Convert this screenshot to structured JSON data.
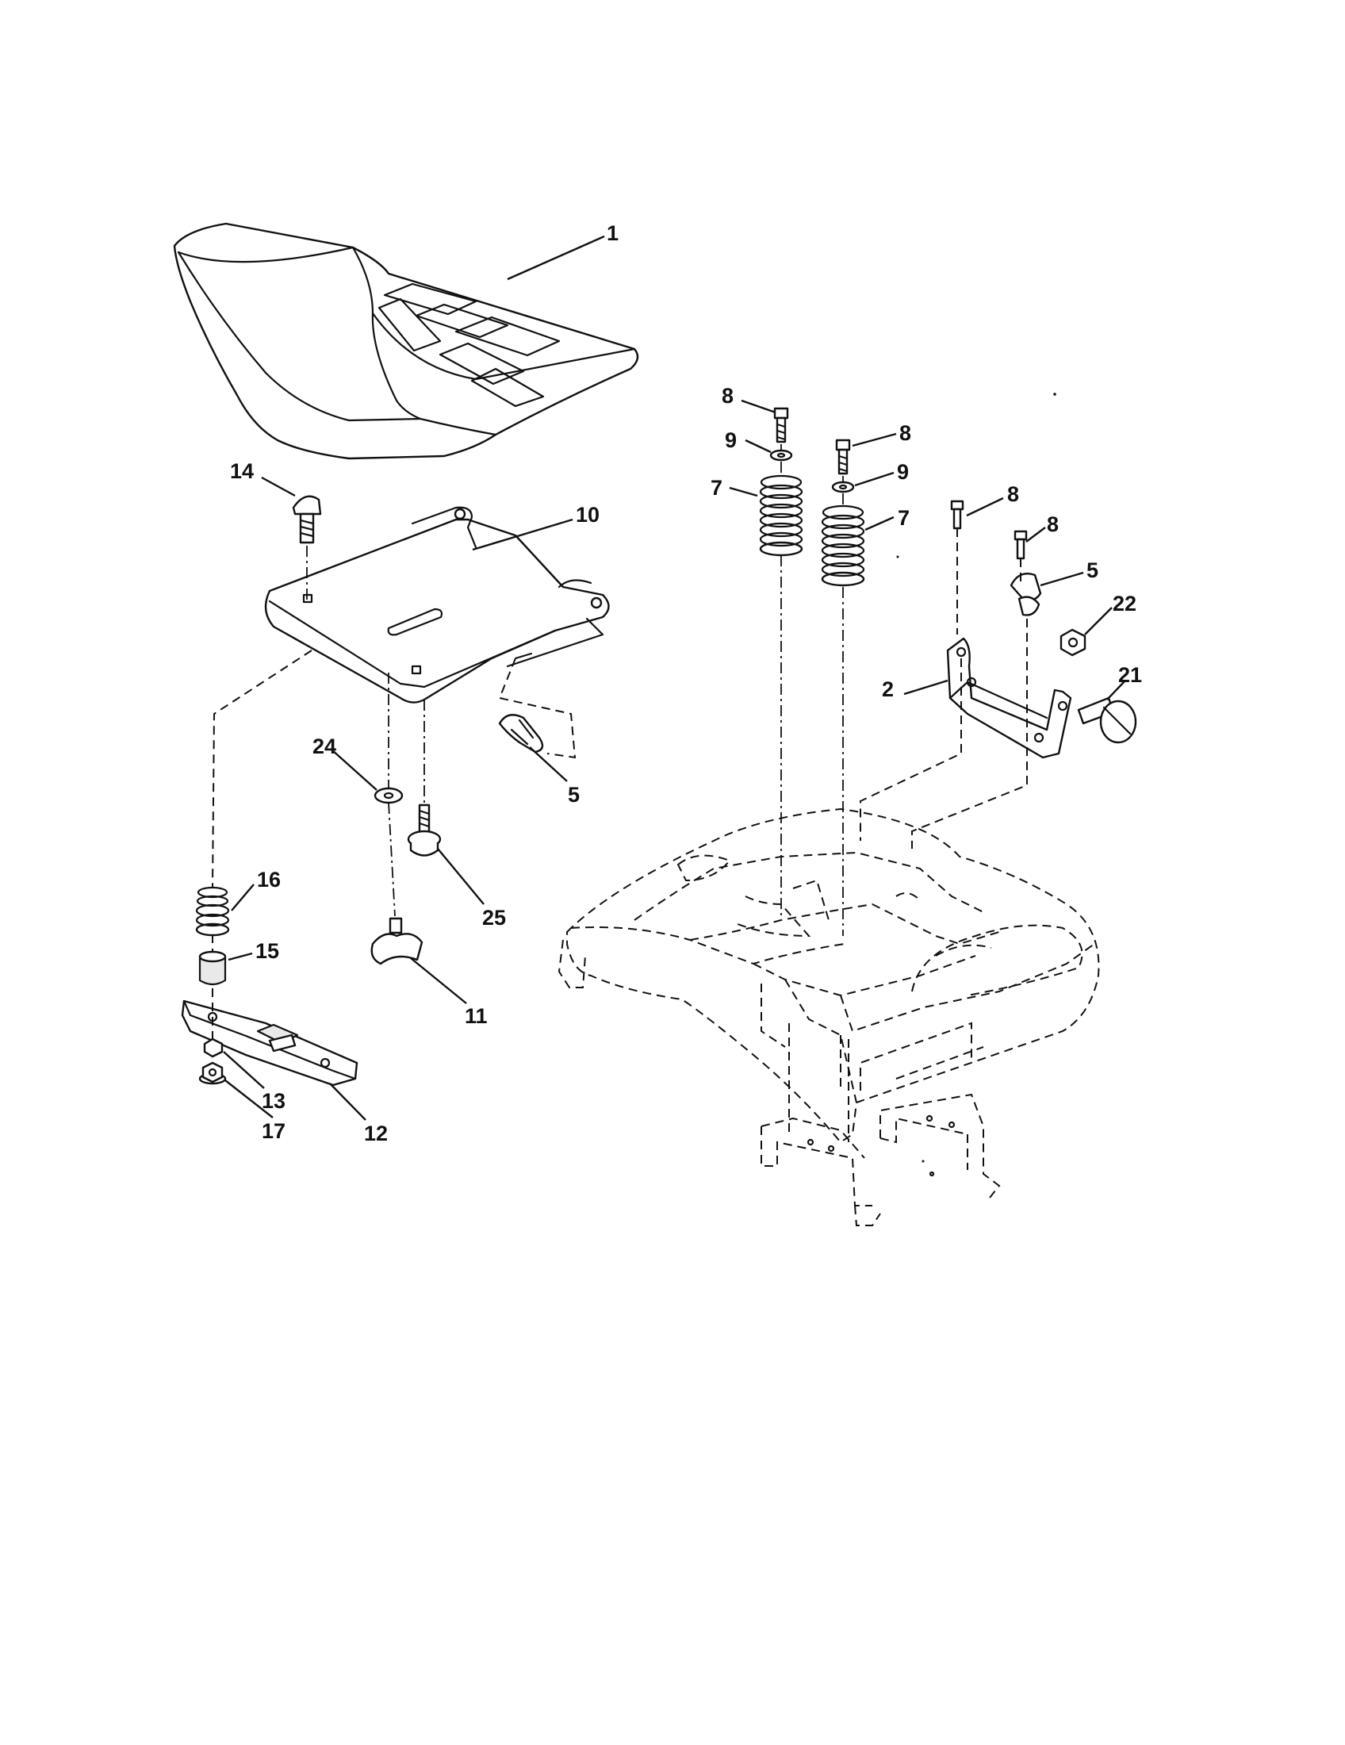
{
  "callouts": [
    {
      "id": "c1",
      "label": "1"
    },
    {
      "id": "c14",
      "label": "14"
    },
    {
      "id": "c10",
      "label": "10"
    },
    {
      "id": "c5a",
      "label": "5"
    },
    {
      "id": "c24",
      "label": "24"
    },
    {
      "id": "c25",
      "label": "25"
    },
    {
      "id": "c16",
      "label": "16"
    },
    {
      "id": "c15",
      "label": "15"
    },
    {
      "id": "c11",
      "label": "11"
    },
    {
      "id": "c13",
      "label": "13"
    },
    {
      "id": "c17",
      "label": "17"
    },
    {
      "id": "c12",
      "label": "12"
    },
    {
      "id": "c8a",
      "label": "8"
    },
    {
      "id": "c9a",
      "label": "9"
    },
    {
      "id": "c7a",
      "label": "7"
    },
    {
      "id": "c8b",
      "label": "8"
    },
    {
      "id": "c9b",
      "label": "9"
    },
    {
      "id": "c7b",
      "label": "7"
    },
    {
      "id": "c8c",
      "label": "8"
    },
    {
      "id": "c8d",
      "label": "8"
    },
    {
      "id": "c5b",
      "label": "5"
    },
    {
      "id": "c22",
      "label": "22"
    },
    {
      "id": "c2",
      "label": "2"
    },
    {
      "id": "c21",
      "label": "21"
    }
  ]
}
